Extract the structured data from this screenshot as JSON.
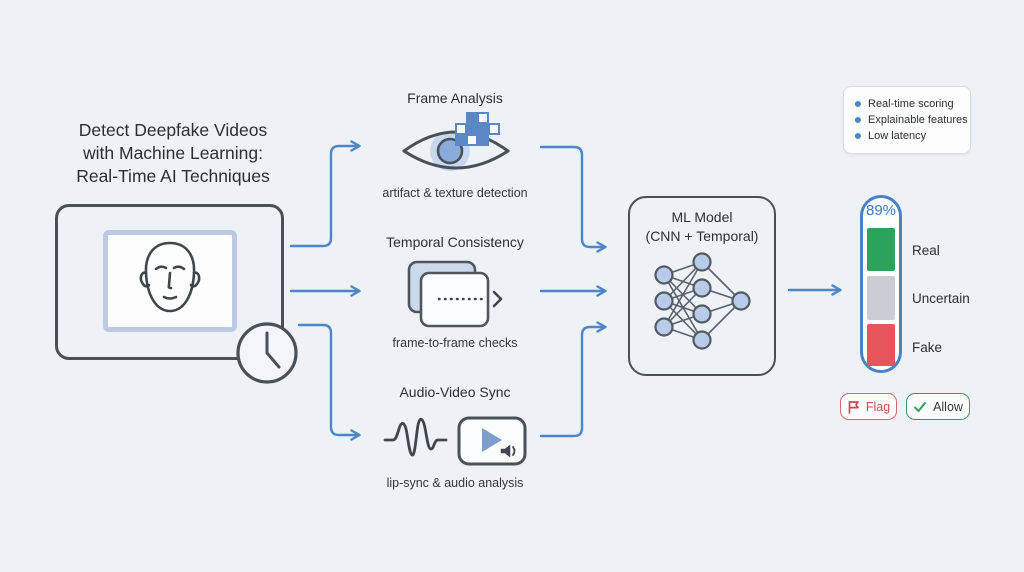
{
  "title": {
    "line1": "Detect Deepfake Videos",
    "line2": "with Machine Learning:",
    "line3": "Real-Time AI Techniques"
  },
  "source": {
    "icon": "video-frame-face-icon",
    "secondary_icon": "clock-icon"
  },
  "branches": [
    {
      "id": "frame-analysis",
      "heading": "Frame Analysis",
      "caption": "artifact & texture detection",
      "icon": "eye-artifact-icon"
    },
    {
      "id": "temporal-consistency",
      "heading": "Temporal Consistency",
      "caption": "frame-to-frame checks",
      "icon": "stacked-frames-icon"
    },
    {
      "id": "audio-video-sync",
      "heading": "Audio-Video Sync",
      "caption": "lip-sync & audio analysis",
      "icon": "waveform-play-icon"
    }
  ],
  "model": {
    "line1": "ML Model",
    "line2": "(CNN + Temporal)",
    "icon": "neural-network-icon"
  },
  "legend": {
    "items": [
      "Real-time scoring",
      "Explainable features",
      "Low latency"
    ]
  },
  "gauge": {
    "score": "89%",
    "segments": [
      {
        "label": "Real",
        "color": "#2ba35c"
      },
      {
        "label": "Uncertain",
        "color": "#c9cdd3"
      },
      {
        "label": "Fake",
        "color": "#e6555a"
      }
    ]
  },
  "actions": {
    "flag_label": "Flag",
    "allow_label": "Allow"
  },
  "colors": {
    "background": "#eef1f6",
    "arrow": "#4a86c8",
    "outline": "#4a5058",
    "accent_fill": "#b9cde9",
    "gauge_border": "#4a82c8",
    "score_text": "#3b77c4",
    "flag": "#cc4e50",
    "allow": "#339a5e",
    "text": "#2b2f36"
  }
}
